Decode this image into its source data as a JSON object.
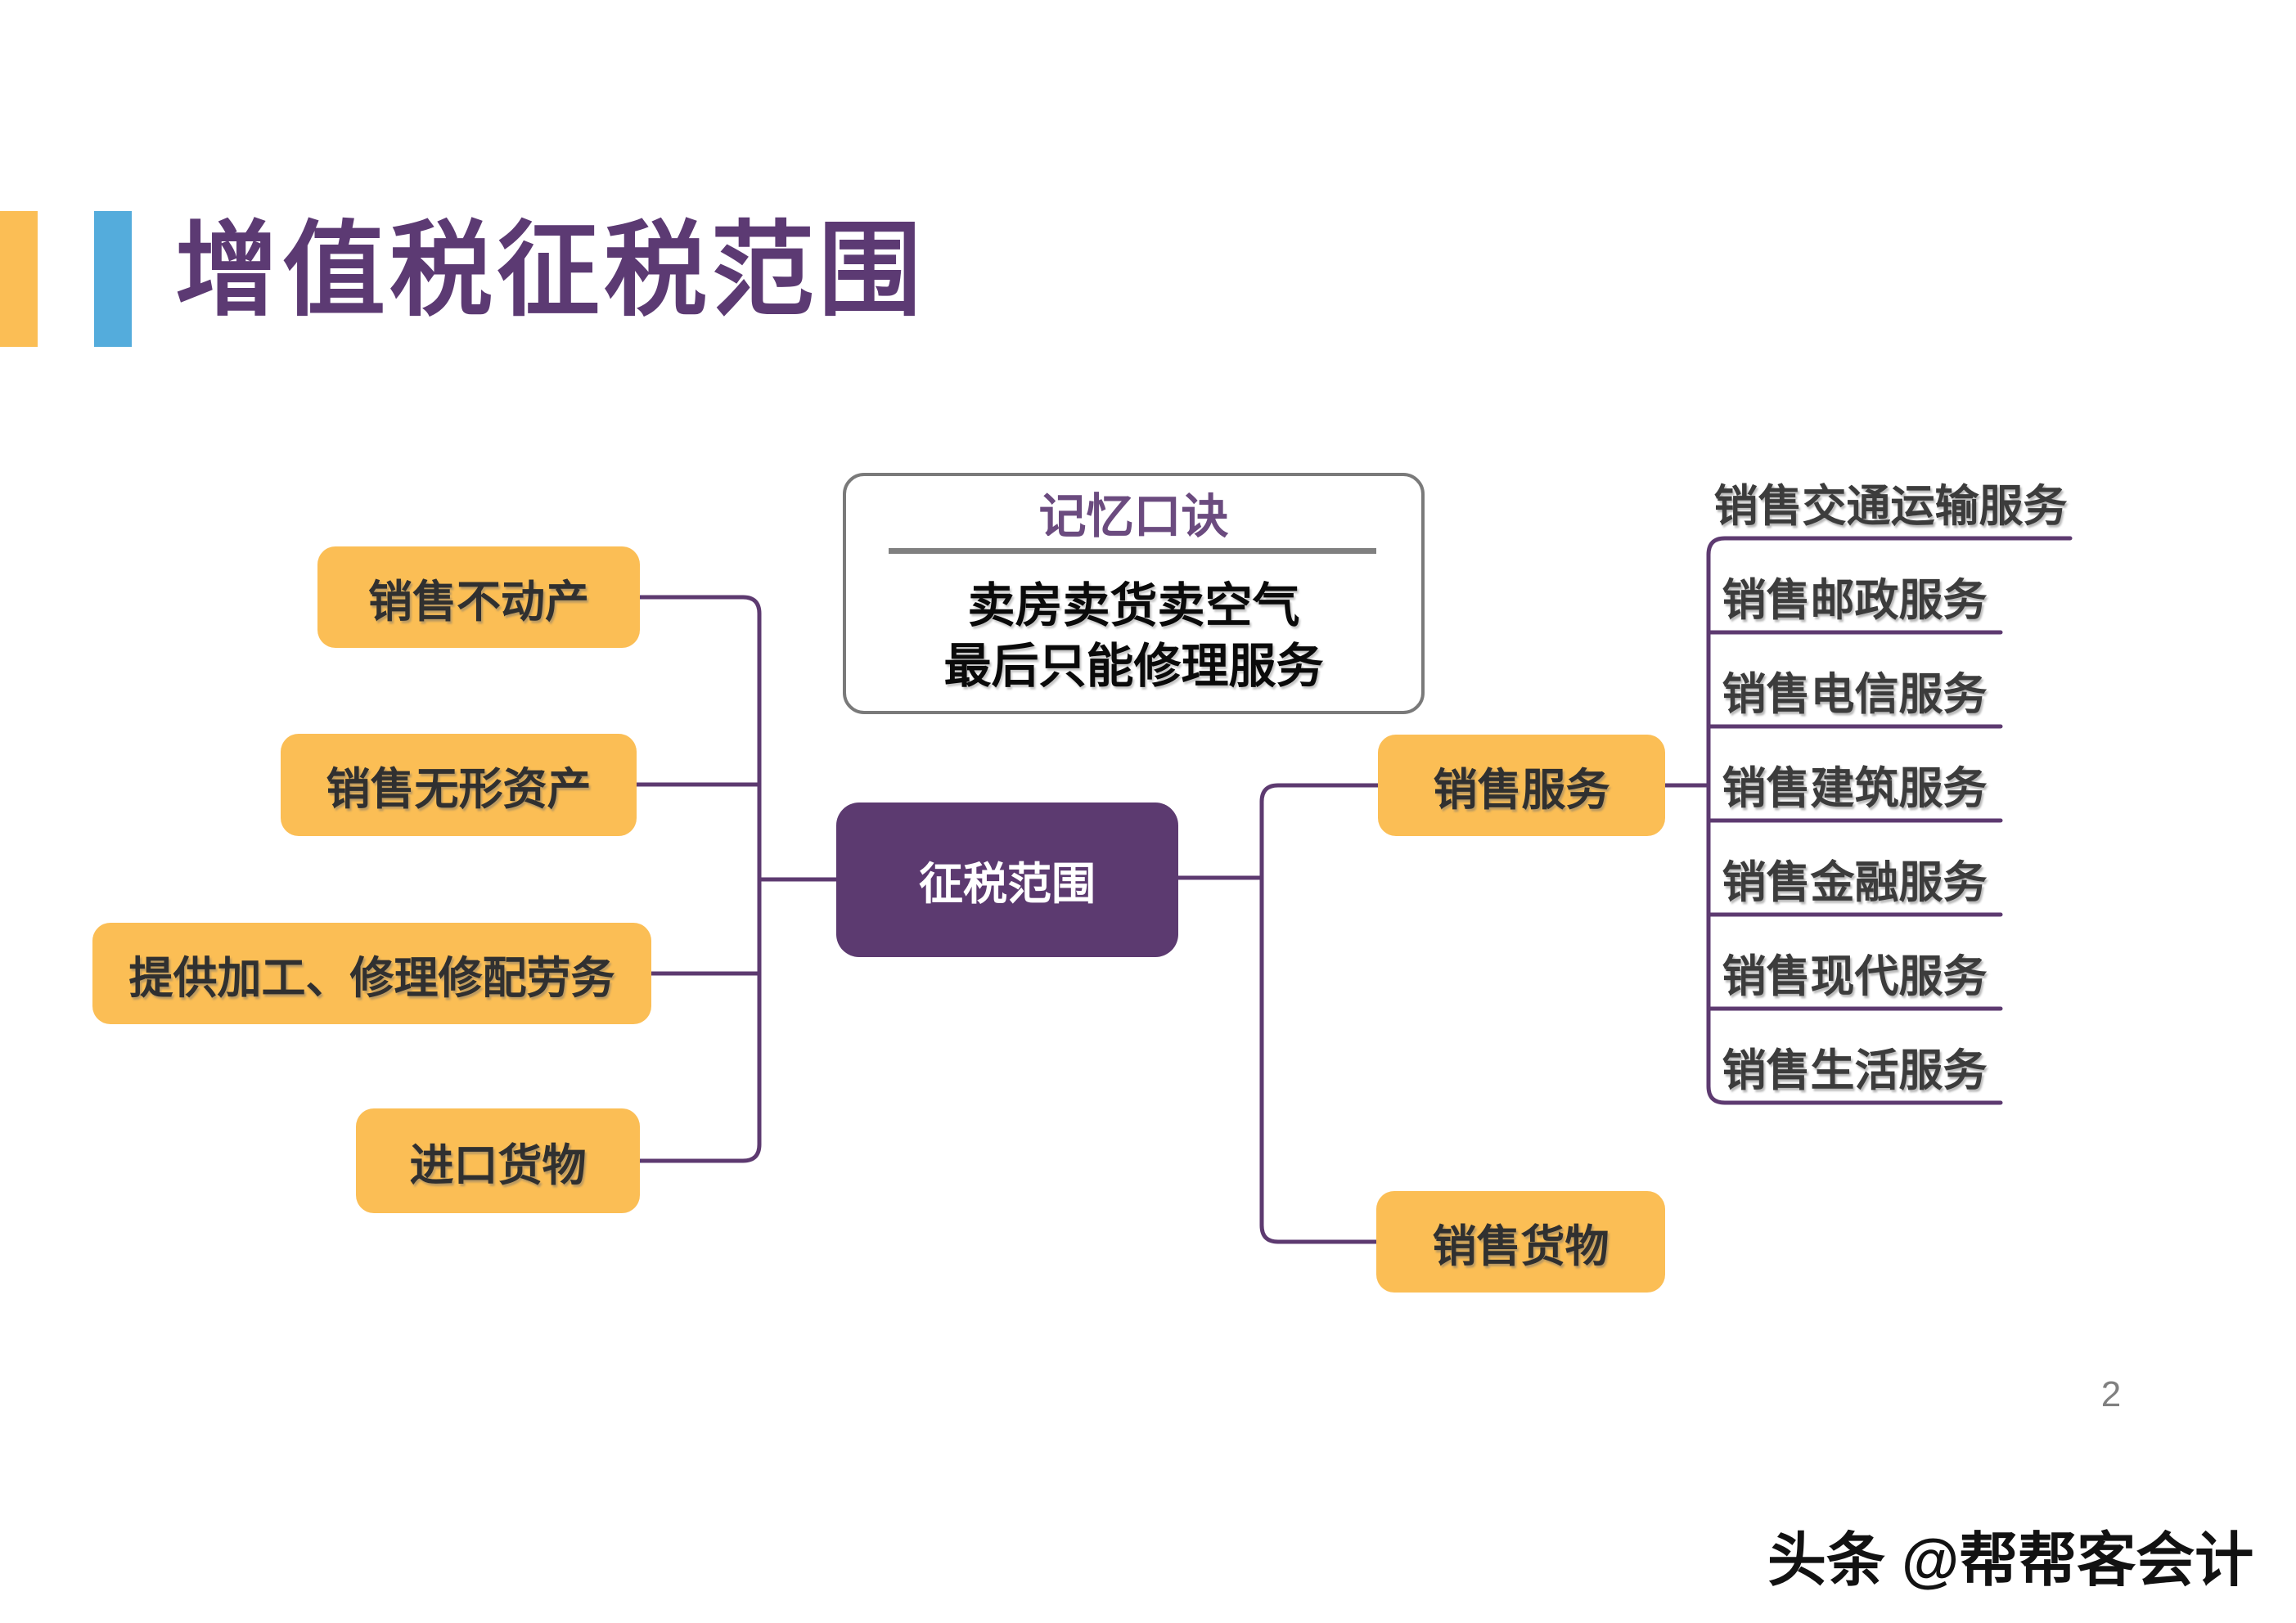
{
  "slide": {
    "title": "增值税征税范围",
    "page_number": "2",
    "watermark": "头条 @帮帮客会计"
  },
  "memory_box": {
    "title": "记忆口诀",
    "line1": "卖房卖货卖空气",
    "line2": "最后只能修理服务"
  },
  "root": {
    "label": "征税范围"
  },
  "left_branches": [
    {
      "label": "销售不动产"
    },
    {
      "label": "销售无形资产"
    },
    {
      "label": "提供加工、修理修配劳务"
    },
    {
      "label": "进口货物"
    }
  ],
  "right_branches": [
    {
      "label": "销售服务"
    },
    {
      "label": "销售货物"
    }
  ],
  "services": [
    "销售交通运输服务",
    "销售邮政服务",
    "销售电信服务",
    "销售建筑服务",
    "销售金融服务",
    "销售现代服务",
    "销售生活服务"
  ],
  "colors": {
    "node_yellow": "#FBBE55",
    "node_purple": "#5C3A70",
    "connector_purple": "#5D3A70",
    "title_purple": "#5C3A73",
    "memo_title_purple": "#6B4B7F",
    "accent_bar_yellow": "#FBBE55",
    "accent_bar_blue": "#54ACDC",
    "divider_gray": "#808080",
    "dark_text": "#303030"
  }
}
